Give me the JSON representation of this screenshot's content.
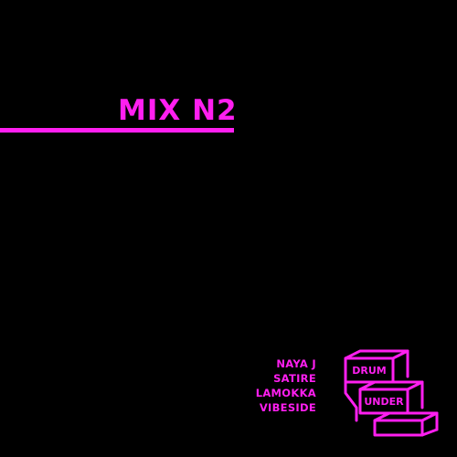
{
  "colors": {
    "background": "#000000",
    "accent": "#ff1ff0"
  },
  "title": "MIX N2",
  "artists": [
    "NAYA J",
    "SATIRE",
    "LAMOKKA",
    "VIBESIDE"
  ],
  "logo": {
    "top_word": "DRUM",
    "bottom_word": "UNDER",
    "icon": "stairs-logo-icon"
  }
}
